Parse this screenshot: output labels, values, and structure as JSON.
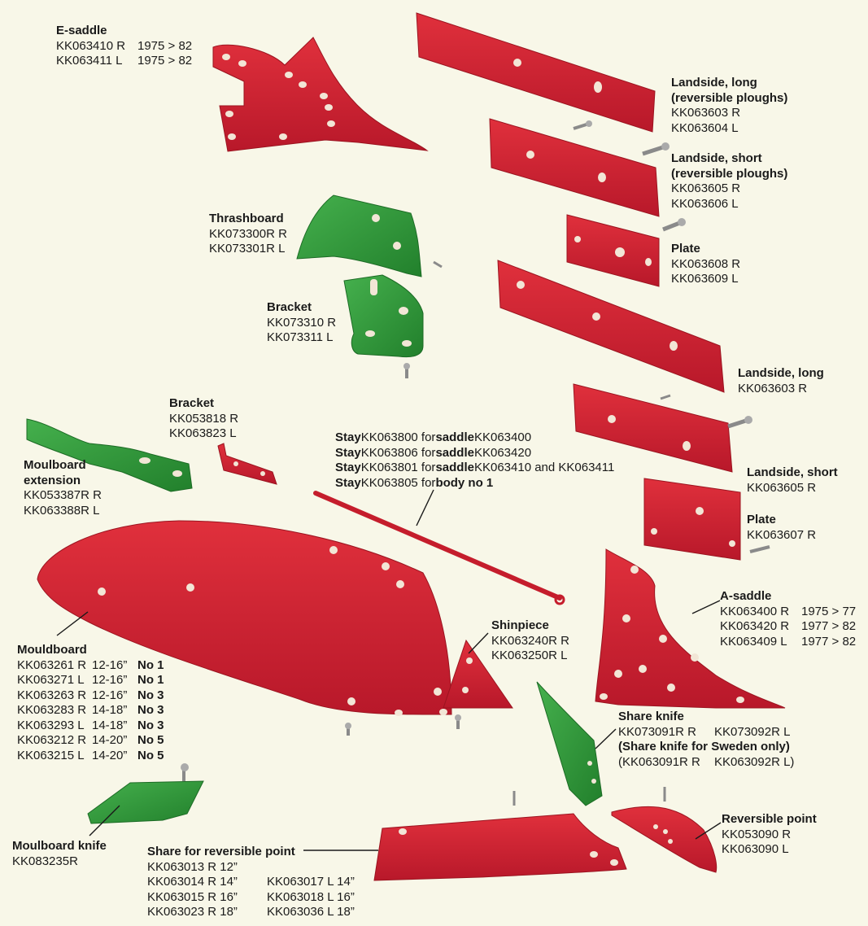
{
  "labels": {
    "e_saddle": {
      "title": "E-saddle",
      "rows": [
        [
          "KK063410 R",
          "1975 > 82"
        ],
        [
          "KK063411 L",
          "1975 > 82"
        ]
      ]
    },
    "landside_long_rev": {
      "title": "Landside, long",
      "subtitle": "(reversible ploughs)",
      "lines": [
        "KK063603 R",
        "KK063604 L"
      ]
    },
    "landside_short_rev": {
      "title": "Landside, short",
      "subtitle": "(reversible ploughs)",
      "lines": [
        "KK063605 R",
        "KK063606 L"
      ]
    },
    "plate_1": {
      "title": "Plate",
      "lines": [
        "KK063608 R",
        "KK063609 L"
      ]
    },
    "thrashboard": {
      "title": "Thrashboard",
      "lines": [
        "KK073300R R",
        "KK073301R L"
      ]
    },
    "bracket_1": {
      "title": "Bracket",
      "lines": [
        "KK073310 R",
        "KK073311 L"
      ]
    },
    "landside_long": {
      "title": "Landside, long",
      "lines": [
        "KK063603 R"
      ]
    },
    "bracket_2": {
      "title": "Bracket",
      "lines": [
        "KK053818 R",
        "KK063823 L"
      ]
    },
    "stay": {
      "rows": [
        [
          "Stay",
          " KK063800 for ",
          "saddle",
          " KK063400"
        ],
        [
          "Stay",
          " KK063806 for ",
          "saddle",
          " KK063420"
        ],
        [
          "Stay",
          " KK063801 for ",
          "saddle",
          " KK063410 and KK063411"
        ],
        [
          "Stay",
          " KK063805 for ",
          "body no 1",
          ""
        ]
      ]
    },
    "landside_short": {
      "title": "Landside, short",
      "lines": [
        "KK063605 R"
      ]
    },
    "moulboard_extension": {
      "title1": "Moulboard",
      "title2": "extension",
      "lines": [
        "KK053387R R",
        "KK063388R L"
      ]
    },
    "plate_2": {
      "title": "Plate",
      "lines": [
        "KK063607 R"
      ]
    },
    "a_saddle": {
      "title": "A-saddle",
      "rows": [
        [
          "KK063400 R",
          "1975 > 77"
        ],
        [
          "KK063420 R",
          "1977 > 82"
        ],
        [
          "KK063409 L",
          "1977 > 82"
        ]
      ]
    },
    "shinpiece": {
      "title": "Shinpiece",
      "lines": [
        "KK063240R R",
        "KK063250R L"
      ]
    },
    "mouldboard": {
      "title": "Mouldboard",
      "rows": [
        [
          "KK063261 R",
          "12-16”",
          "No 1"
        ],
        [
          "KK063271 L",
          "12-16”",
          "No 1"
        ],
        [
          "KK063263 R",
          "12-16”",
          "No 3"
        ],
        [
          "KK063283 R",
          "14-18”",
          "No 3"
        ],
        [
          "KK063293 L",
          "14-18”",
          "No 3"
        ],
        [
          "KK063212 R",
          "14-20”",
          "No 5"
        ],
        [
          "KK063215 L",
          "14-20”",
          "No 5"
        ]
      ]
    },
    "share_knife": {
      "title": "Share knife",
      "line1": [
        "KK073091R R",
        "KK073092R L"
      ],
      "note": "(Share knife for Sweden only)",
      "line2": [
        "(KK063091R R",
        "KK063092R L)"
      ]
    },
    "moulboard_knife": {
      "title": "Moulboard knife",
      "lines": [
        "KK083235R"
      ]
    },
    "reversible_point": {
      "title": "Reversible point",
      "lines": [
        "KK053090 R",
        "KK063090 L"
      ]
    },
    "share": {
      "title": "Share for reversible point",
      "rows": [
        [
          "KK063013 R 12”",
          ""
        ],
        [
          "KK063014 R 14”",
          "KK063017 L 14”"
        ],
        [
          "KK063015 R 16”",
          "KK063018 L 16”"
        ],
        [
          "KK063023 R 18”",
          "KK063036 L 18”"
        ]
      ]
    }
  },
  "colors": {
    "background": "#f8f7e8",
    "part_red": "#d2202f",
    "part_red_dark": "#9b1420",
    "part_green": "#2f9a3a",
    "part_green_dark": "#1c6b25",
    "hole": "#f2e6d6",
    "leader_line": "#1a1a1a"
  }
}
